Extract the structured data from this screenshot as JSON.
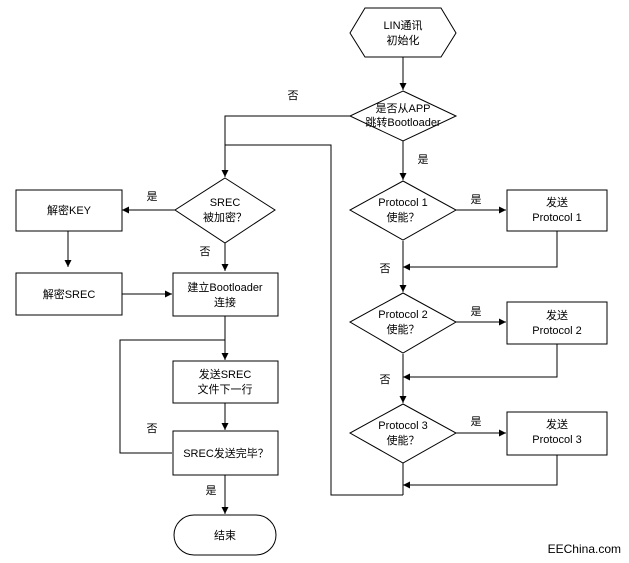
{
  "nodes": {
    "init": {
      "line1": "LIN通讯",
      "line2": "初始化"
    },
    "from_app": {
      "line1": "是否从APP",
      "line2": "跳转Bootloader"
    },
    "srec_enc": {
      "line1": "SREC",
      "line2": "被加密？"
    },
    "decrypt_key": {
      "label": "解密KEY"
    },
    "decrypt_srec": {
      "label": "解密SREC"
    },
    "connect": {
      "line1": "建立Bootloader",
      "line2": "连接"
    },
    "send_line": {
      "line1": "发送SREC",
      "line2": "文件下一行"
    },
    "srec_done": {
      "label": "SREC发送完毕？"
    },
    "end": {
      "label": "结束"
    },
    "p1_enabled": {
      "line1": "Protocol 1",
      "line2": "使能？"
    },
    "p1_send": {
      "line1": "发送",
      "line2": "Protocol 1"
    },
    "p2_enabled": {
      "line1": "Protocol 2",
      "line2": "使能？"
    },
    "p2_send": {
      "line1": "发送",
      "line2": "Protocol 2"
    },
    "p3_enabled": {
      "line1": "Protocol 3",
      "line2": "使能？"
    },
    "p3_send": {
      "line1": "发送",
      "line2": "Protocol 3"
    }
  },
  "labels": {
    "yes": "是",
    "no": "否"
  },
  "watermark": "EEChina.com"
}
